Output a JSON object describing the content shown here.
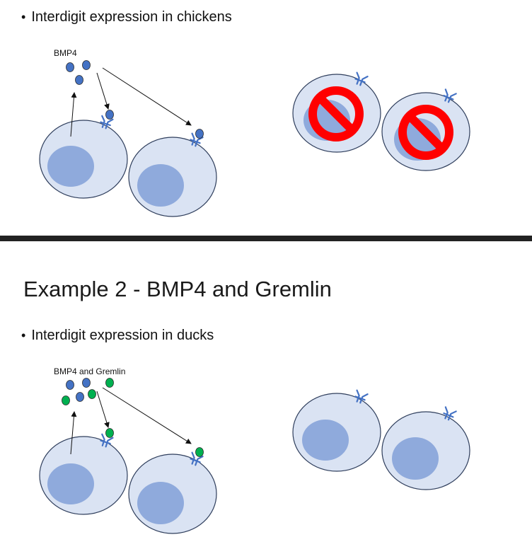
{
  "panel1": {
    "bullet_char": "•",
    "bullet_text": "Interdigit expression in chickens",
    "molecule_label": "BMP4"
  },
  "panel2": {
    "heading": "Example 2 - BMP4 and Gremlin",
    "bullet_char": "•",
    "bullet_text": "Interdigit expression in ducks",
    "molecule_label": "BMP4 and Gremlin"
  },
  "colors": {
    "cell_fill": "#dae3f3",
    "cell_stroke": "#2f3e5c",
    "nucleus": "#8faadc",
    "bmp4": "#4472c4",
    "gremlin": "#00b050",
    "receptor": "#4472c4",
    "prohibited": "#ff0000",
    "divider": "#222222"
  }
}
